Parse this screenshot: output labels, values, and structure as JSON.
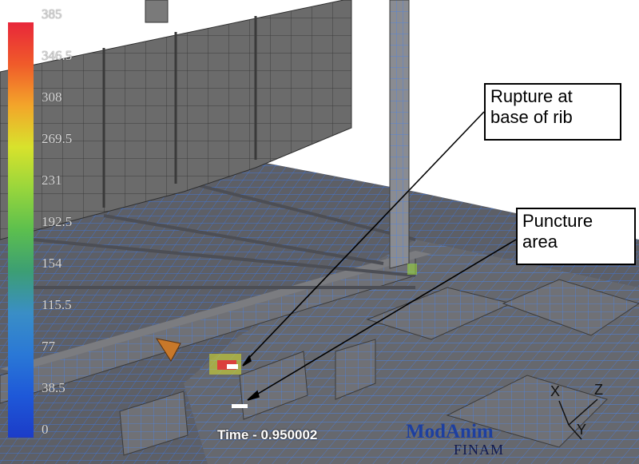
{
  "colorbar": {
    "ticks": [
      "385",
      "346.5",
      "308",
      "269.5",
      "231",
      "192.5",
      "154",
      "115.5",
      "77",
      "38.5",
      "0"
    ],
    "colors": [
      "#e8263a",
      "#f05a2a",
      "#f3a52a",
      "#d8e22c",
      "#98d63c",
      "#5cbf4e",
      "#3c9e74",
      "#3a8ec6",
      "#2a78d6",
      "#1e58d8",
      "#1c3cc8"
    ]
  },
  "callouts": {
    "rupture": {
      "lines": [
        "Rupture at",
        "base of rib"
      ]
    },
    "puncture": {
      "lines": [
        "Puncture",
        "area"
      ]
    }
  },
  "time_readout": "Time - 0.950002",
  "brand": {
    "logo": "ModAnim",
    "sub": "FINAM"
  },
  "axes": {
    "x": "X",
    "y": "Y",
    "z": "Z"
  },
  "colors": {
    "mesh": "#3a6fd8",
    "steel": "#6b6b6b",
    "background": "#ffffff"
  }
}
